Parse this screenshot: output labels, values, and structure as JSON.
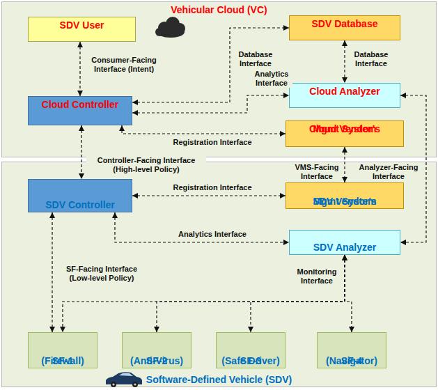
{
  "diagram": {
    "nodes": [
      {
        "text": [
          "Vehicular Cloud (VC)"
        ]
      },
      {
        "text": [
          "SDV User"
        ],
        "in": 0
      },
      {
        "text": [
          "SDV Database"
        ],
        "in": 0
      },
      {
        "text": [
          "Cloud Controller"
        ],
        "in": 0
      },
      {
        "text": [
          "Cloud Analyzer"
        ],
        "in": 0
      },
      {
        "text": [
          "Cloud Vendor's",
          "Mgmt System"
        ],
        "in": 0
      },
      {
        "text": [
          "Software-Defined Vehicle (SDV)"
        ]
      },
      {
        "text": [
          "SDV Controller"
        ],
        "in": 6
      },
      {
        "text": [
          "SDV Vendor's",
          "Mgmt System"
        ],
        "in": 6
      },
      {
        "text": [
          "SDV Analyzer"
        ],
        "in": 6
      },
      {
        "text": [
          "SF-1",
          "(Firewall)"
        ],
        "in": 6
      },
      {
        "text": [
          "SF-2",
          "(Anti-Virus)"
        ],
        "in": 6
      },
      {
        "text": [
          "SF-3",
          "(Safe Driver)"
        ],
        "in": 6
      },
      {
        "text": [
          "SF-4",
          "(Navigator)"
        ],
        "in": 6
      }
    ],
    "edges": [
      {
        "from": 1,
        "to": 3,
        "arrow": "both",
        "label": "Consumer-Facing Interface (Intent)"
      },
      {
        "from": 3,
        "to": 2,
        "arrow": "both",
        "label": "Database Interface"
      },
      {
        "from": 2,
        "to": 4,
        "arrow": "both",
        "label": "Database Interface"
      },
      {
        "from": 3,
        "to": 4,
        "arrow": "both",
        "label": "Analytics Interface"
      },
      {
        "from": 3,
        "to": 5,
        "arrow": "both",
        "label": "Registration Interface"
      },
      {
        "from": 3,
        "to": 7,
        "arrow": "both",
        "label": "Controller-Facing Interface (High-level Policy)"
      },
      {
        "from": 5,
        "to": 8,
        "arrow": "both",
        "label": "VMS-Facing Interface"
      },
      {
        "from": 4,
        "to": 9,
        "arrow": "both",
        "label": "Analyzer-Facing Interface"
      },
      {
        "from": 7,
        "to": 8,
        "arrow": "both",
        "label": "Registration Interface"
      },
      {
        "from": 7,
        "to": 9,
        "arrow": "both",
        "label": "Analytics Interface"
      },
      {
        "from": 7,
        "to": 10,
        "arrow": "both",
        "label": "SF-Facing Interface (Low-level Policy)"
      },
      {
        "from": 9,
        "to": 10,
        "arrow": "both",
        "label": "Monitoring Interface"
      },
      {
        "from": 9,
        "to": 11,
        "arrow": "both"
      },
      {
        "from": 9,
        "to": 12,
        "arrow": "both"
      },
      {
        "from": 9,
        "to": 13,
        "arrow": "both"
      }
    ]
  }
}
